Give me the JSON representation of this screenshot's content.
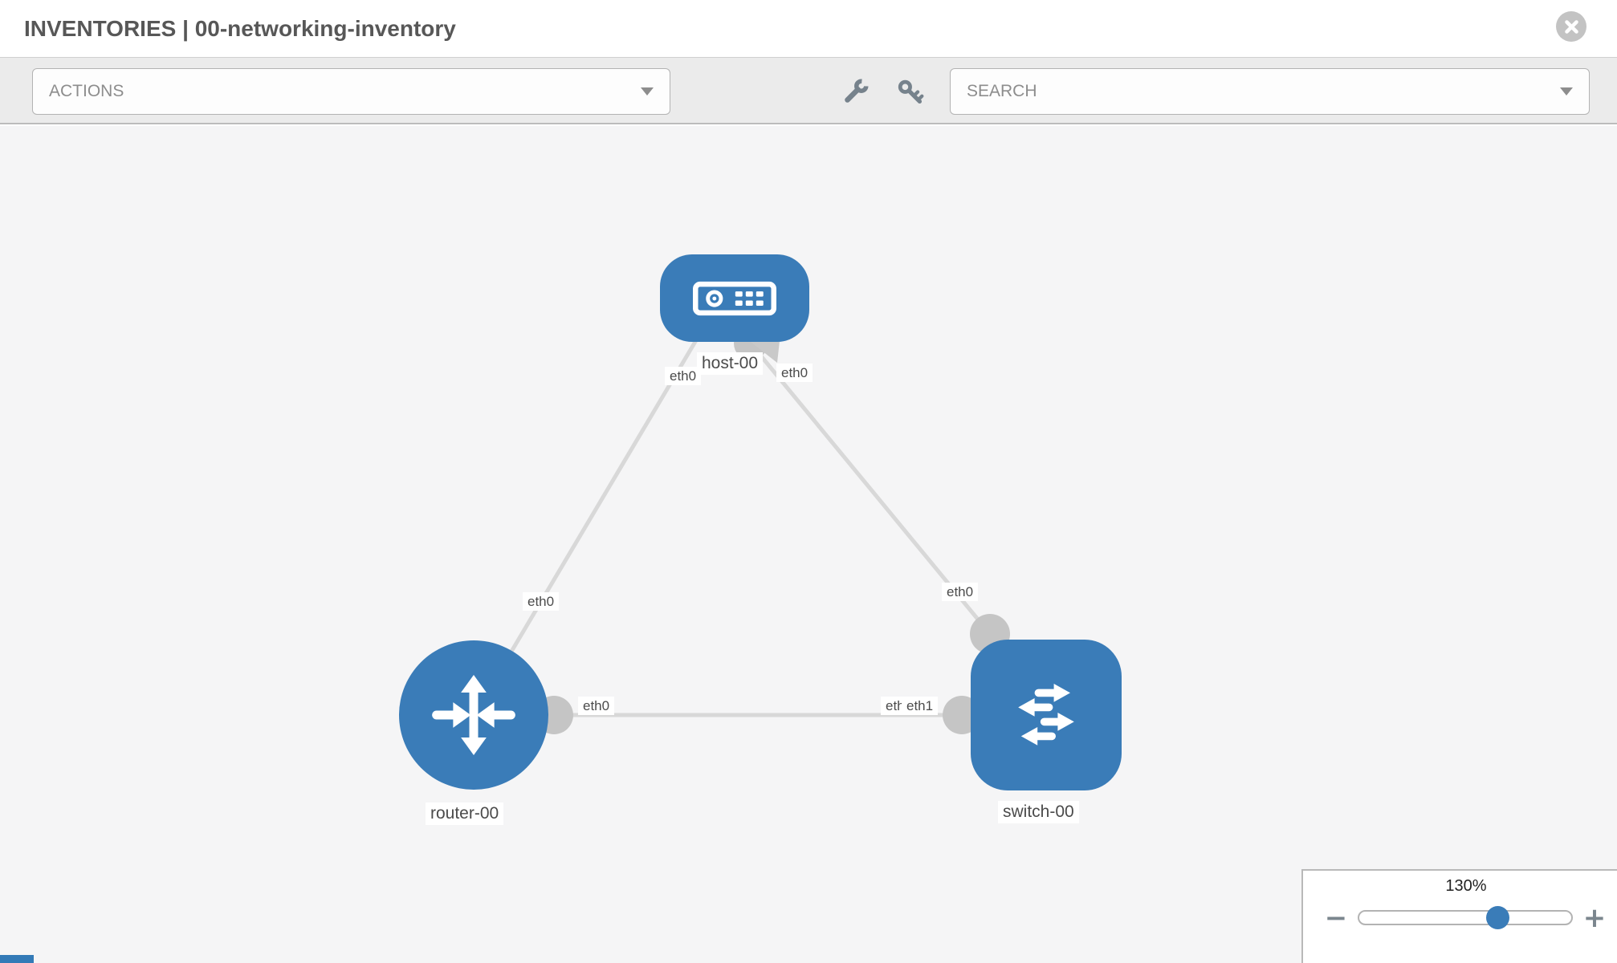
{
  "header": {
    "title": "INVENTORIES | 00-networking-inventory",
    "close_icon": "x-circle"
  },
  "toolbar": {
    "actions_label": "ACTIONS",
    "search_label": "SEARCH",
    "wrench_icon": "wrench",
    "key_icon": "key",
    "caret_icon": "triangle-down"
  },
  "topology": {
    "nodes": [
      {
        "id": "host-00",
        "type": "host",
        "label": "host-00"
      },
      {
        "id": "router-00",
        "type": "router",
        "label": "router-00"
      },
      {
        "id": "switch-00",
        "type": "switch",
        "label": "switch-00"
      }
    ],
    "edges": [
      {
        "from": "host-00",
        "to": "router-00"
      },
      {
        "from": "host-00",
        "to": "switch-00"
      },
      {
        "from": "router-00",
        "to": "switch-00"
      }
    ],
    "interface_chips": [
      {
        "edge": "host-00 - router-00",
        "end": "host-00",
        "text": "eth0"
      },
      {
        "edge": "host-00 - switch-00",
        "end": "host-00",
        "text": "eth0"
      },
      {
        "edge": "host-00 - router-00",
        "end": "router-00",
        "text": "eth0"
      },
      {
        "edge": "host-00 - switch-00",
        "end": "switch-00",
        "text": "eth0"
      },
      {
        "edge": "router-00 - switch-00",
        "end": "router-00",
        "text": "eth0"
      },
      {
        "edge": "router-00 - switch-00",
        "end": "switch-00",
        "text": "eth0"
      },
      {
        "edge": "router-00 - switch-00",
        "end": "switch-00",
        "text": "eth1"
      }
    ]
  },
  "zoom_control": {
    "level": "130%",
    "minus_glyph": "−",
    "plus_glyph": "+"
  },
  "colors": {
    "node_blue": "#3a7cb8",
    "link_gray": "#d8d8d8",
    "connector_gray": "#c5c5c5",
    "toolbar_bg": "#ebebeb",
    "canvas_bg": "#f5f5f6"
  }
}
